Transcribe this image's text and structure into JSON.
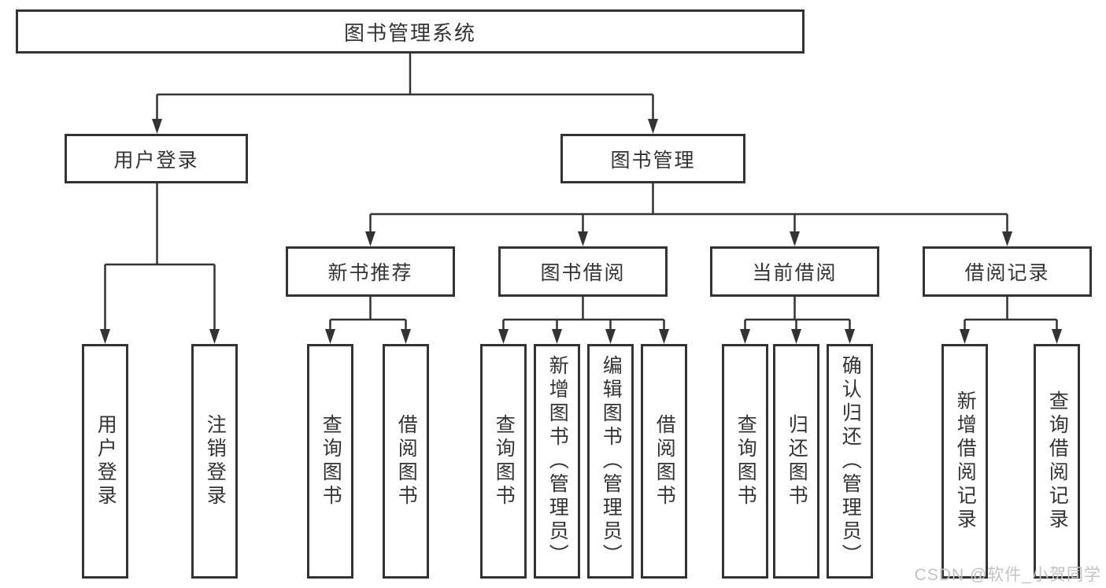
{
  "diagram": {
    "root_label": "图书管理系统",
    "user_login": {
      "label": "用户登录",
      "children": [
        "用户登录",
        "注销登录"
      ]
    },
    "book_management": {
      "label": "图书管理",
      "groups": [
        {
          "label": "新书推荐",
          "children": [
            "查询图书",
            "借阅图书"
          ]
        },
        {
          "label": "图书借阅",
          "children": [
            "查询图书",
            "新增图书（管理员）",
            "编辑图书（管理员）",
            "借阅图书"
          ]
        },
        {
          "label": "当前借阅",
          "children": [
            "查询图书",
            "归还图书",
            "确认归还（管理员）"
          ]
        },
        {
          "label": "借阅记录",
          "children": [
            "新增借阅记录",
            "查询借阅记录"
          ]
        }
      ]
    },
    "watermark": "CSDN @软件_小贺同学",
    "colors": {
      "line": "#333333",
      "text": "#333333",
      "box_background": "#ffffff",
      "watermark": "#c2c2c2",
      "page_background": "#ffffff"
    }
  }
}
